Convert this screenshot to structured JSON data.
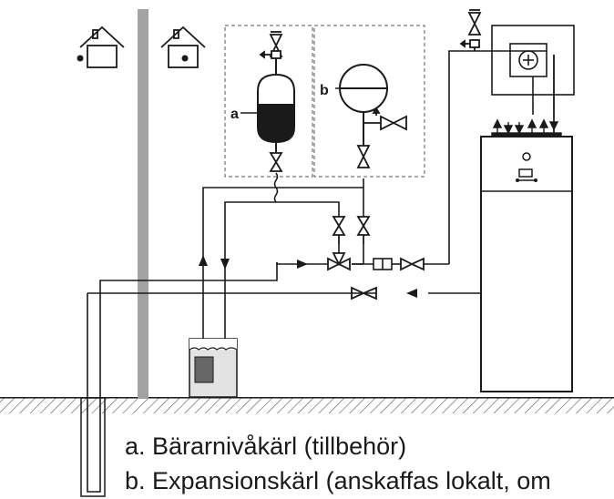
{
  "diagram": {
    "labels": {
      "a": "a",
      "b": "b"
    }
  },
  "legend": {
    "items": [
      {
        "key": "a",
        "text": "a. Bärarnivåkärl (tillbehör)"
      },
      {
        "key": "b",
        "text": "b. Expansionskärl (anskaffas lokalt, om"
      }
    ]
  },
  "colors": {
    "line": "#1a1a1a",
    "borehole_column": "#a3a3a3",
    "tank_fluid": "#e3e3e3",
    "ground_hatch": "#555555"
  }
}
